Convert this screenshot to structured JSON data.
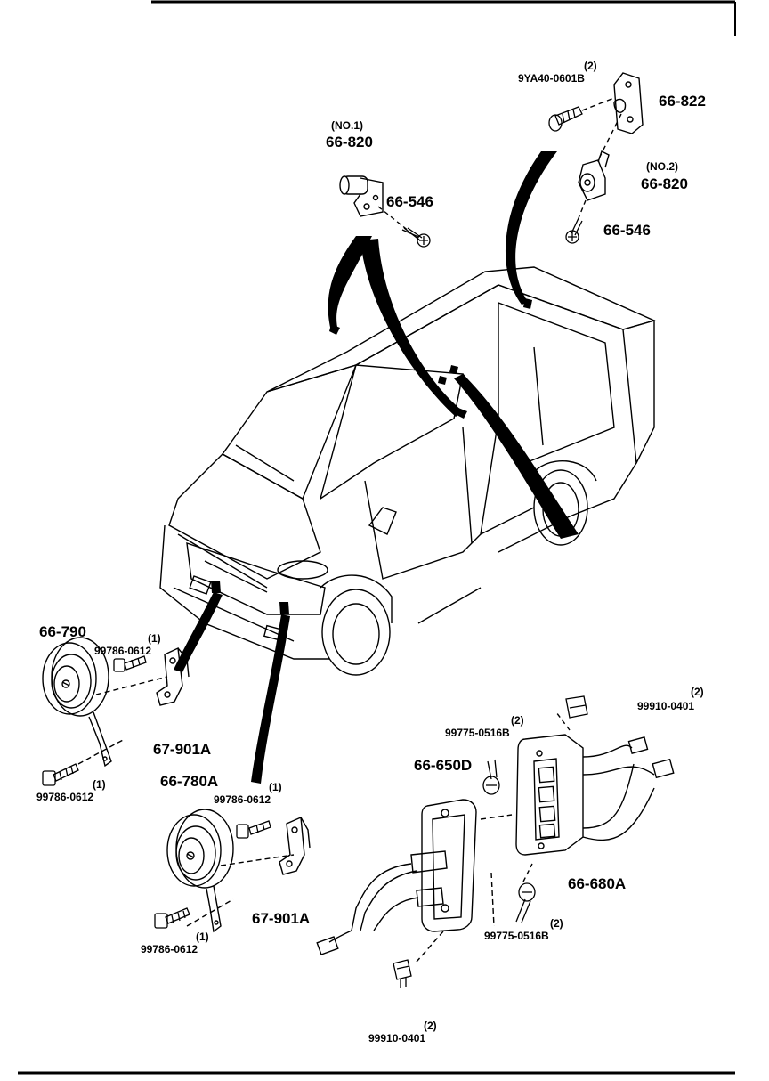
{
  "parts": {
    "p66_822": "66-822",
    "p9ya40": "9YA40-0601B",
    "p9ya40_qty": "(2)",
    "p66_820_no1_tag": "(NO.1)",
    "p66_820_no1": "66-820",
    "p66_546_a": "66-546",
    "p66_820_no2_tag": "(NO.2)",
    "p66_820_no2": "66-820",
    "p66_546_b": "66-546",
    "p66_790": "66-790",
    "p99786_a": "99786-0612",
    "p99786_a_qty": "(1)",
    "p99786_b": "99786-0612",
    "p99786_b_qty": "(1)",
    "p67_901a_a": "67-901A",
    "p66_780a": "66-780A",
    "p99786_c": "99786-0612",
    "p99786_c_qty": "(1)",
    "p99786_d": "99786-0612",
    "p99786_d_qty": "(1)",
    "p67_901a_b": "67-901A",
    "p99910_a": "99910-0401",
    "p99910_a_qty": "(2)",
    "p99775_a": "99775-0516B",
    "p99775_a_qty": "(2)",
    "p66_650d": "66-650D",
    "p66_680a": "66-680A",
    "p99775_b": "99775-0516B",
    "p99775_b_qty": "(2)",
    "p99910_b": "99910-0401",
    "p99910_b_qty": "(2)"
  },
  "colors": {
    "ink": "#000000",
    "paper": "#ffffff"
  }
}
